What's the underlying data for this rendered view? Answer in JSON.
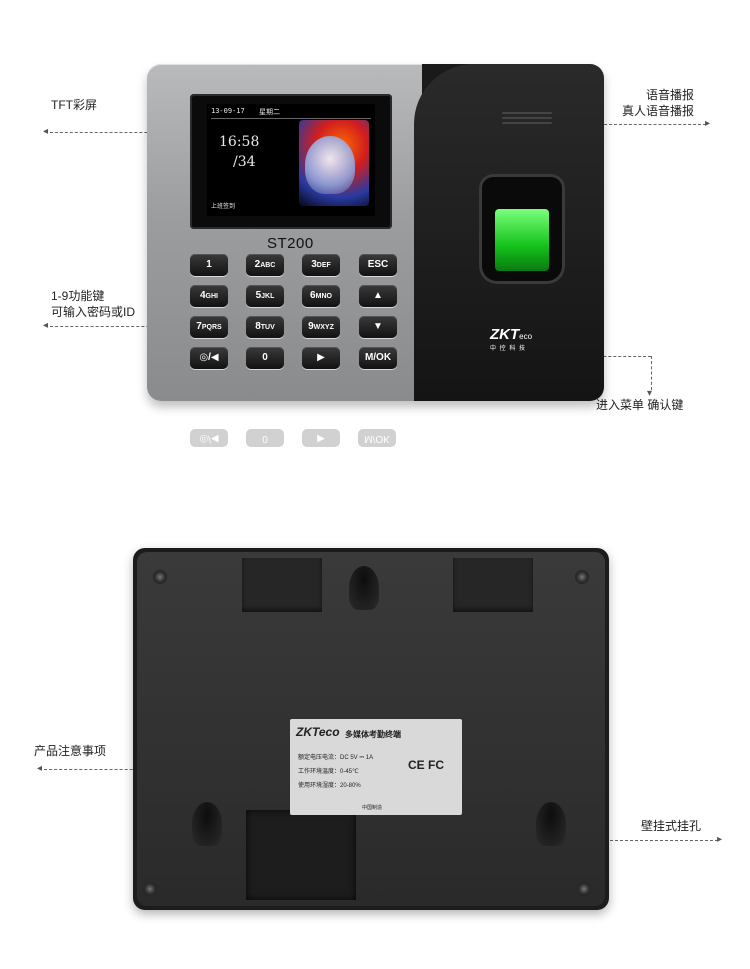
{
  "annotations": {
    "tft": "TFT彩屏",
    "voice_line1": "语音播报",
    "voice_line2": "真人语音播报",
    "keys_line1": "1-9功能键",
    "keys_line2": "可输入密码或ID",
    "menu": "进入菜单  确认键",
    "notice": "产品注意事项",
    "wall": "壁挂式挂孔"
  },
  "front": {
    "model": "ST200",
    "screen": {
      "date": "13-09-17",
      "weekday": "星期二",
      "time": "16:58",
      "day": "/34",
      "footer": "上班签到"
    },
    "keys": [
      {
        "main": "1",
        "sub": ""
      },
      {
        "main": "2",
        "sub": "ABC"
      },
      {
        "main": "3",
        "sub": "DEF"
      },
      {
        "main": "ESC",
        "sub": ""
      },
      {
        "main": "4",
        "sub": "GHI"
      },
      {
        "main": "5",
        "sub": "JKL"
      },
      {
        "main": "6",
        "sub": "MNO"
      },
      {
        "main": "▲",
        "sub": ""
      },
      {
        "main": "7",
        "sub": "PQRS"
      },
      {
        "main": "8",
        "sub": "TUV"
      },
      {
        "main": "9",
        "sub": "WXYZ"
      },
      {
        "main": "▼",
        "sub": ""
      },
      {
        "main": "◎/◀",
        "sub": ""
      },
      {
        "main": "0",
        "sub": ""
      },
      {
        "main": "▶",
        "sub": ""
      },
      {
        "main": "M/OK",
        "sub": ""
      }
    ],
    "logo": "ZKT",
    "logo_suffix": "eco",
    "logo_sub": "中 控 科 技"
  },
  "back": {
    "label": {
      "logo": "ZKTeco",
      "title": "多媒体考勤终端",
      "line1": "额定电压电流：DC 5V ⎓ 1A",
      "line2": "工作环境温度：0-45℃",
      "line3": "使用环境湿度：20-80%",
      "ce": "CE FC",
      "bottom": "中国制造"
    }
  }
}
